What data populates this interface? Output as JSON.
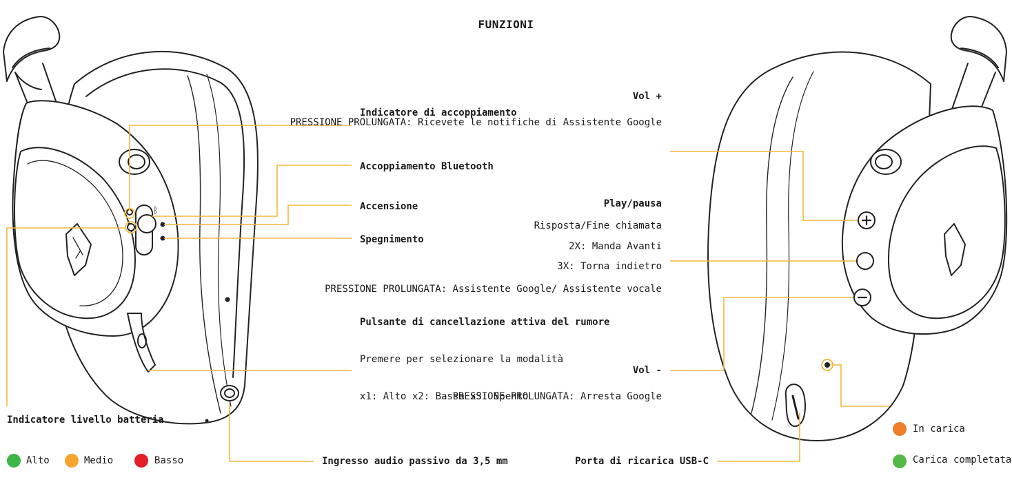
{
  "title": "FUNZIONI",
  "colors": {
    "leader": "#F2B73B",
    "battery_high": "#3DB54A",
    "battery_medium": "#F7A531",
    "battery_low": "#E31E25",
    "charging": "#F07D2B",
    "charged": "#55B947"
  },
  "left_callouts": {
    "pairing_indicator": "Indicatore di\naccoppiamento",
    "bluetooth_pairing": "Accoppiamento Bluetooth",
    "power_on": "Accensione",
    "power_off": "Spegnimento",
    "anc_button": "Pulsante di cancellazione\nattiva del rumore",
    "anc_press": "Premere per\nselezionare la modalità",
    "anc_modes": "x1: Alto\nx2: Basso\nx3: Spento",
    "audio_input": "Ingresso audio passivo\nda 3,5 mm",
    "battery_indicator": "Indicatore livello\nbatteria"
  },
  "battery_legend": [
    {
      "label": "Alto",
      "color": "#3DB54A"
    },
    {
      "label": "Medio",
      "color": "#F7A531"
    },
    {
      "label": "Basso",
      "color": "#E31E25"
    }
  ],
  "right_callouts": {
    "vol_up": "Vol +",
    "vol_up_long": "PRESSIONE PROLUNGATA:\nRicevete le notifiche di\nAssistente Google",
    "play_pause": "Play/pausa",
    "answer_end": "Risposta/Fine chiamata",
    "double_press": "2X: Manda Avanti",
    "triple_press": "3X: Torna indietro",
    "play_long": "PRESSIONE PROLUNGATA:\nAssistente Google/\nAssistente vocale",
    "vol_down": "Vol -",
    "vol_down_long": "PRESSIONE PROLUNGATA:\nArresta Google",
    "usbc_port": "Porta di ricarica USB-C"
  },
  "charge_legend": {
    "charging": "In carica",
    "charged": "Carica\ncompletata"
  }
}
